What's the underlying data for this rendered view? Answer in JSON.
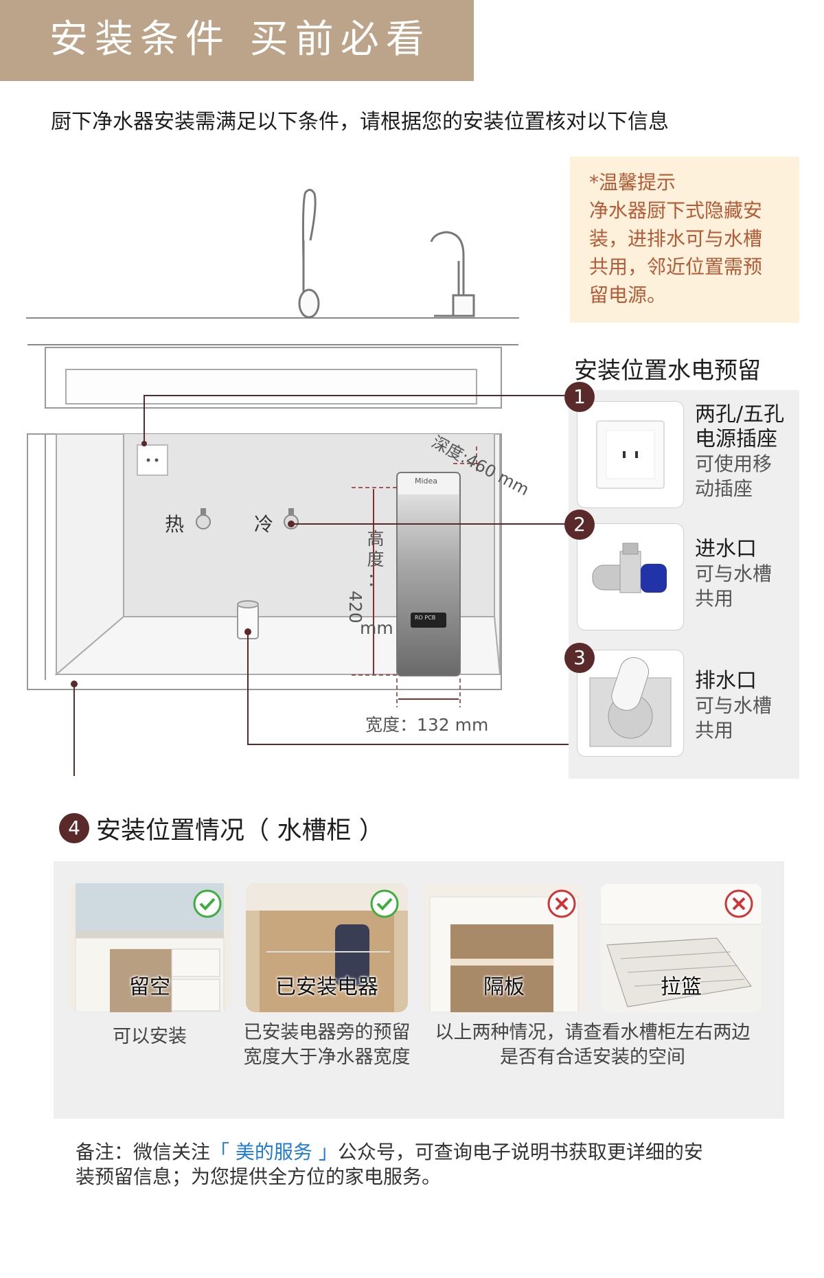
{
  "header": {
    "title": "安装条件  买前必看"
  },
  "subtitle": "厨下净水器安装需满足以下条件，请根据您的安装位置核对以下信息",
  "tip": {
    "lines": [
      "*温馨提示",
      "净水器厨下式隐藏安",
      "装，进排水可与水槽",
      "共用，邻近位置需预",
      "留电源。"
    ]
  },
  "diagram": {
    "hot_label": "热",
    "cold_label": "冷",
    "depth_label": "深度:460 mm",
    "height_label_a": "高",
    "height_label_b": "度",
    "height_label_c": "：",
    "height_value": "420",
    "height_unit": "mm",
    "width_label": "宽度：132 mm",
    "brand": "Midea",
    "panel_text": "RO PCB"
  },
  "reserve": {
    "title": "安装位置水电预留",
    "items": [
      {
        "num": "1",
        "head_lines": [
          "两孔/五孔",
          "电源插座"
        ],
        "sub_lines": [
          "可使用移",
          "动插座"
        ],
        "icon": "power-socket-icon"
      },
      {
        "num": "2",
        "head_lines": [
          "进水口"
        ],
        "sub_lines": [
          "可与水槽",
          "共用"
        ],
        "icon": "angle-valve-icon"
      },
      {
        "num": "3",
        "head_lines": [
          "排水口"
        ],
        "sub_lines": [
          "可与水槽",
          "共用"
        ],
        "icon": "floor-drain-icon"
      }
    ]
  },
  "situation": {
    "num": "4",
    "title": "安装位置情况（ 水槽柜 ）",
    "cases": [
      {
        "label": "留空",
        "status": "ok"
      },
      {
        "label": "已安装电器",
        "status": "ok"
      },
      {
        "label": "隔板",
        "status": "no"
      },
      {
        "label": "拉篮",
        "status": "no"
      }
    ],
    "caption_1": "可以安装",
    "caption_2_lines": [
      "已安装电器旁的预留",
      "宽度大于净水器宽度"
    ],
    "caption_3_lines": [
      "以上两种情况，请查看水槽柜左右两边",
      "是否有合适安装的空间"
    ]
  },
  "note": {
    "prefix": "备注：微信关注",
    "highlight": "「 美的服务 」",
    "suffix": "公众号，可查询电子说明书获取更详细的安",
    "line2": "装预留信息；为您提供全方位的家电服务。"
  },
  "colors": {
    "header_bg": "#bca48a",
    "tip_bg": "#fdf1dc",
    "tip_text": "#b45a35",
    "badge_dark": "#5a2a2a",
    "check_green": "#3cae3c",
    "cross_red": "#d23232",
    "link_blue": "#1e7bd6"
  }
}
